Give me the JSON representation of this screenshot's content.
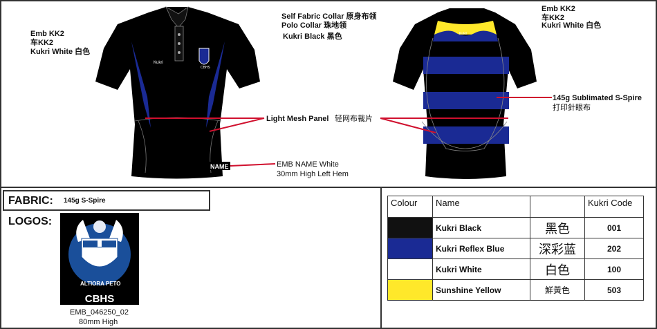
{
  "front_notes": {
    "emb_line1": "Emb KK2",
    "emb_line2": "车KK2",
    "emb_line3": "Kukri White  白色",
    "collar_line1": "Self Fabric Collar  原身布领",
    "collar_line2": "Polo Collar  珠地领",
    "collar_line3": "Kukri Black  黑色",
    "mesh_label": "Light Mesh Panel",
    "mesh_label_cn": "轻网布裁片",
    "name_badge": "NAME",
    "emb_name_line1": "EMB NAME White",
    "emb_name_line2": "30mm High Left Hem",
    "brand_mark": "Kukri",
    "crest_text": "CBHS"
  },
  "back_notes": {
    "emb_line1": "Emb KK2",
    "emb_line2": "车KK2",
    "emb_line3": "Kukri White  白色",
    "fabric_line1": "145g Sublimated S-Spire",
    "fabric_line2": "打印針眼布"
  },
  "fabric": {
    "label": "FABRIC:",
    "value": "145g S-Spire"
  },
  "logos": {
    "label": "LOGOS:",
    "logo_motto": "ALTIORA PETO",
    "logo_name": "CBHS",
    "code": "EMB_046250_02",
    "size": "80mm High"
  },
  "colour_table": {
    "headers": [
      "Colour",
      "Name",
      "",
      "Kukri Code"
    ],
    "rows": [
      {
        "swatch": "#111111",
        "name": "Kukri Black",
        "cn": "黑色",
        "code": "001"
      },
      {
        "swatch": "#1a2a94",
        "name": "Kukri Reflex Blue",
        "cn": "深彩蓝",
        "code": "202"
      },
      {
        "swatch": "#ffffff",
        "name": "Kukri White",
        "cn": "白色",
        "code": "100"
      },
      {
        "swatch": "#ffe82a",
        "name": "Sunshine Yellow",
        "cn": "鮮黃色",
        "code": "503"
      }
    ]
  }
}
